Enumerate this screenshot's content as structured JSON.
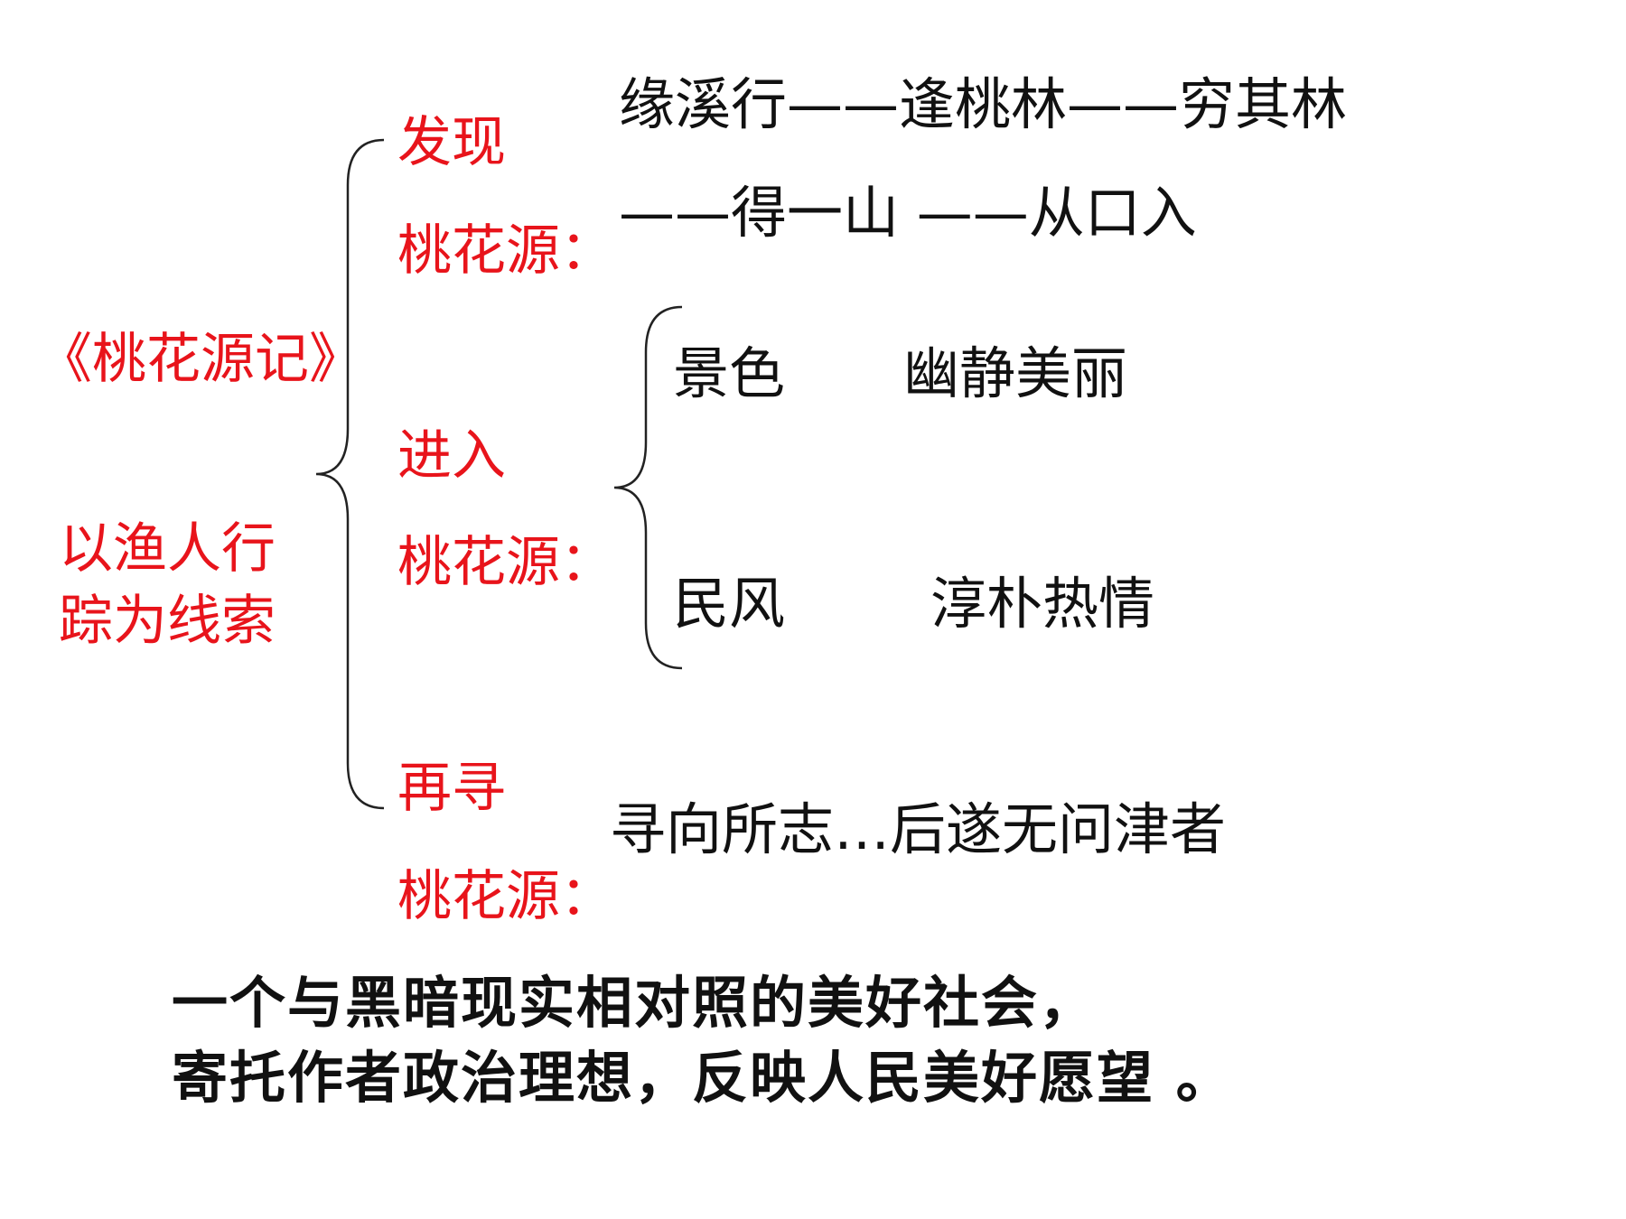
{
  "colors": {
    "accent": "#e8141b",
    "text": "#111111",
    "brace": "#222222"
  },
  "title": "《桃花源记》",
  "clue_line1": "以渔人行",
  "clue_line2": "踪为线索",
  "sections": [
    {
      "heading_line1": "发现",
      "heading_line2": "桃花源："
    },
    {
      "heading_line1": "进入",
      "heading_line2": "桃花源："
    },
    {
      "heading_line1": "再寻",
      "heading_line2": "桃花源："
    }
  ],
  "discover": {
    "line1": "缘溪行——逢桃林——穷其林",
    "line2": "——得一山 ——从口入"
  },
  "enter": [
    {
      "label": "景色",
      "desc": "幽静美丽"
    },
    {
      "label": "民风",
      "desc": "淳朴热情"
    }
  ],
  "seek": {
    "text": "寻向所志…后遂无问津者"
  },
  "conclusion": {
    "line1": "一个与黑暗现实相对照的美好社会，",
    "line2": "寄托作者政治理想，反映人民美好愿望 。"
  }
}
